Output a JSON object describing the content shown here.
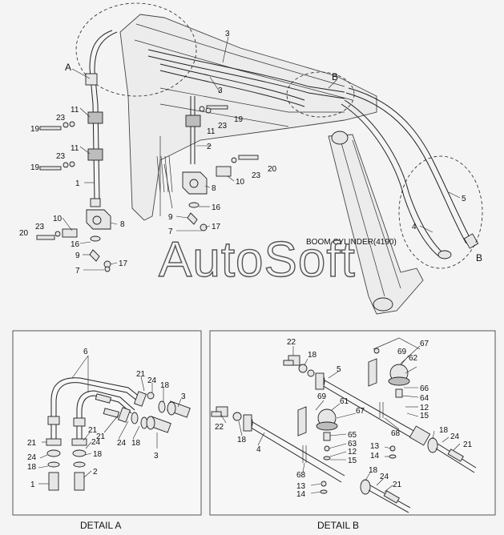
{
  "watermark": "AutoSoft",
  "note": "BOOM CYLINDER(4190)",
  "details": {
    "a_caption": "DETAIL A",
    "b_caption": "DETAIL B",
    "callout_a": "A",
    "callout_b": "B"
  },
  "main_labels": {
    "l3a": "3",
    "l3b": "3",
    "lB_top": "B",
    "lB_bot": "B",
    "lA": "A",
    "l11a": "11",
    "l23a": "23",
    "l19a": "19",
    "l11b": "11",
    "l23b": "23",
    "l19b": "19",
    "l1": "1",
    "l10a": "10",
    "l23c": "23",
    "l20a": "20",
    "l8a": "8",
    "l16a": "16",
    "l9a": "9",
    "l17a": "17",
    "l7a": "7",
    "l11c": "11",
    "l23d": "23",
    "l19c": "19",
    "l2": "2",
    "l23e": "23",
    "l20b": "20",
    "l10b": "10",
    "l8b": "8",
    "l16b": "16",
    "l9b": "9",
    "l17b": "17",
    "l7b": "7",
    "l5": "5",
    "l4": "4"
  },
  "detail_a_labels": {
    "l6": "6",
    "l21a": "21",
    "l24a": "24",
    "l18a": "18",
    "l3a": "3",
    "l21b": "21",
    "l24b": "24",
    "l18b": "18",
    "l3b": "3",
    "l21c": "21",
    "l24c": "24",
    "l18c": "18",
    "l1": "1",
    "l21d": "21",
    "l24d": "24",
    "l18d": "18",
    "l2": "2"
  },
  "detail_b_labels": {
    "l22a": "22",
    "l18a": "18",
    "l5": "5",
    "l67a": "67",
    "l69a": "69",
    "l62": "62",
    "l66": "66",
    "l64": "64",
    "l12a": "12",
    "l15a": "15",
    "l68a": "68",
    "l18b": "18",
    "l24a": "24",
    "l21a": "21",
    "l22b": "22",
    "l18c": "18",
    "l4": "4",
    "l69b": "69",
    "l61": "61",
    "l67b": "67",
    "l65": "65",
    "l63": "63",
    "l12b": "12",
    "l15b": "15",
    "l13a": "13",
    "l14a": "14",
    "l68b": "68",
    "l18d": "18",
    "l24b": "24",
    "l21b": "21",
    "l13b": "13",
    "l14b": "14"
  }
}
